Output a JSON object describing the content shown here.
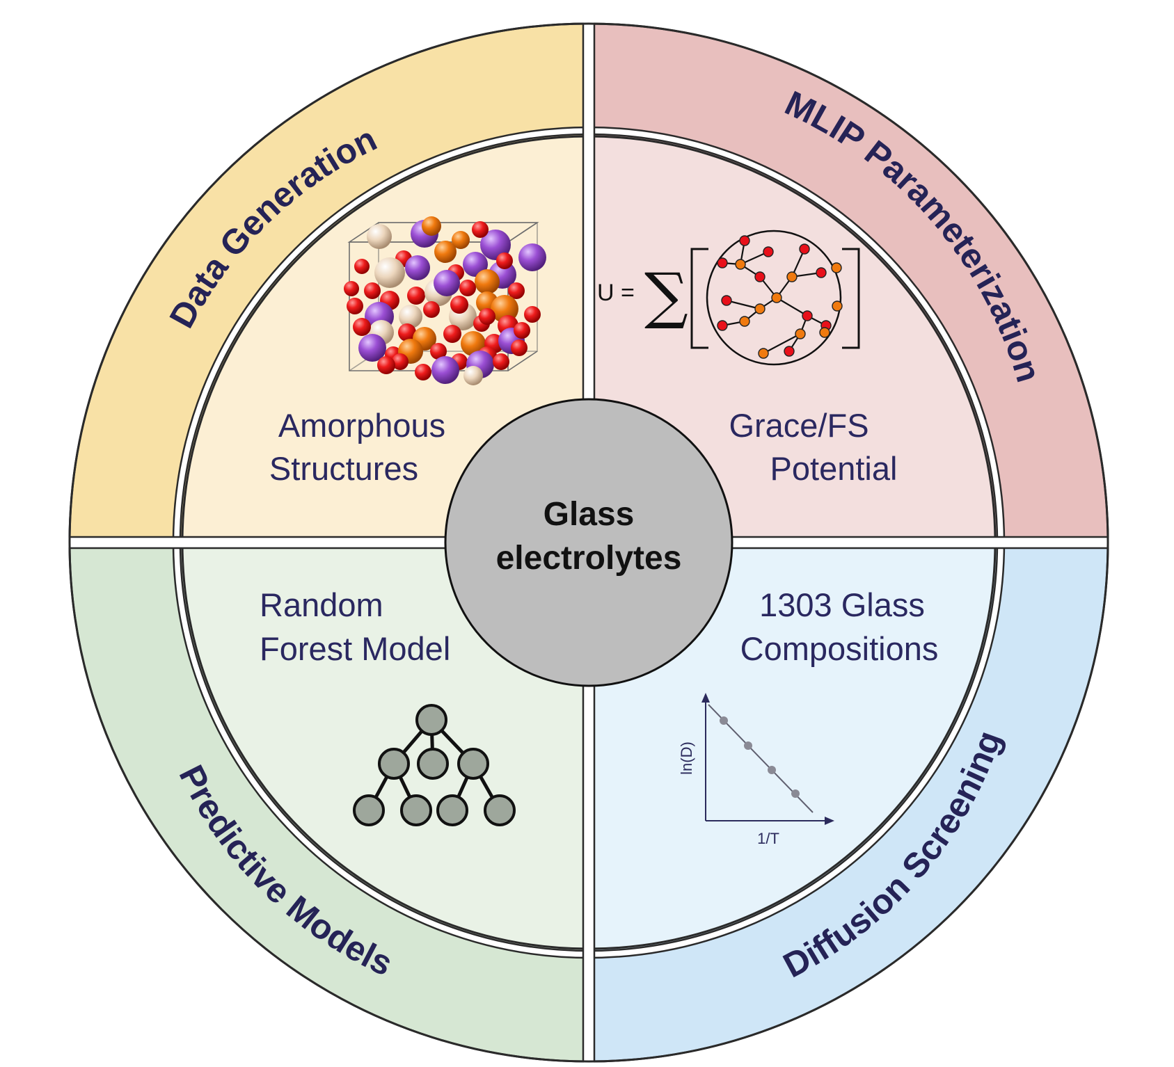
{
  "center": {
    "line1": "Glass",
    "line2": "electrolytes",
    "color": "#bdbdbd"
  },
  "quadrants": {
    "top_left": {
      "outer_label": "Data Generation",
      "inner_line1": "Amorphous",
      "inner_line2": "Structures",
      "outer_color": "#f8e1a6",
      "inner_color": "#fcefd4",
      "icon": "atom-cluster-box-icon"
    },
    "top_right": {
      "outer_label": "MLIP Parameterization",
      "inner_line1": "Grace/FS",
      "inner_line2": "Potential",
      "outer_color": "#e8bfbe",
      "inner_color": "#f3dfde",
      "icon": "graph-sum-equation-icon"
    },
    "bottom_left": {
      "outer_label": "Predictive Models",
      "inner_line1": "Random",
      "inner_line2": "Forest Model",
      "outer_color": "#d6e7d3",
      "inner_color": "#e9f2e6",
      "icon": "decision-tree-icon"
    },
    "bottom_right": {
      "outer_label": "Diffusion Screening",
      "inner_line1": "1303 Glass",
      "inner_line2": "Compositions",
      "outer_color": "#cfe6f7",
      "inner_color": "#e6f3fb",
      "icon": "arrhenius-plot-icon"
    }
  },
  "equation": {
    "lhs": "U =",
    "operator": "∑"
  },
  "arrhenius_plot": {
    "ylabel": "ln(D)",
    "xlabel": "1/T"
  },
  "colors": {
    "atom_red": "#e8101a",
    "atom_orange": "#f07a0f",
    "atom_purple": "#9b4fd4",
    "atom_tan": "#ecd6bd",
    "tree_node": "#9ea79c",
    "text_navy": "#252356"
  }
}
